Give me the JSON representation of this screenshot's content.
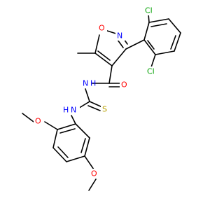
{
  "molecule": {
    "atoms": {
      "o_ring": "O",
      "n_ring": "N",
      "cl_top": "Cl",
      "cl_bottom": "Cl",
      "o_carbonyl": "O",
      "nh_amide": "N",
      "h_amide": "H",
      "nh_thio": "N",
      "h_thio": "H",
      "s_thio": "S",
      "o_methoxy_top": "O",
      "o_methoxy_bottom": "O"
    }
  },
  "colors": {
    "bond": "#000000",
    "oxygen": "#ff0000",
    "nitrogen": "#0000ff",
    "chlorine": "#00a000",
    "sulfur": "#b8a000",
    "hydrogen": "#0000ff"
  }
}
